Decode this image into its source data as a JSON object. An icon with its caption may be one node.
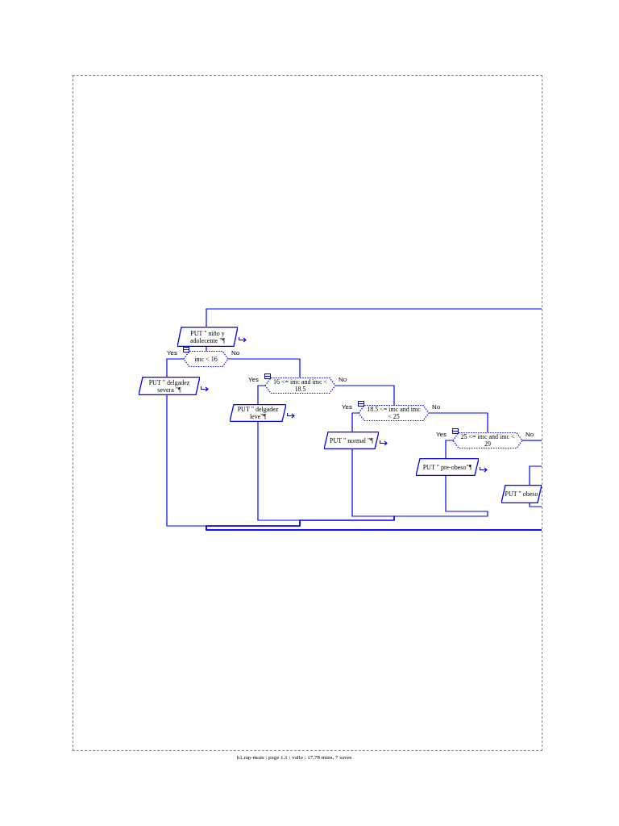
{
  "diagram": {
    "nodes": [
      {
        "text": [
          "PUT \" niño y adolecente \"¶"
        ]
      },
      {
        "text": [
          "imc < 16"
        ]
      },
      {
        "text": [
          "PUT \" delgadez severa \"¶"
        ]
      },
      {
        "text": [
          "16 <= imc and imc < 18.5"
        ]
      },
      {
        "text": [
          "PUT \" delgadez leve\"¶"
        ]
      },
      {
        "text": [
          "18.5 <= imc and imc < 25"
        ]
      },
      {
        "text": [
          "PUT \" normal \"¶"
        ]
      },
      {
        "text": [
          "25 <= imc and imc < 29"
        ]
      },
      {
        "text": [
          "PUT \" pre-obeso\"¶"
        ]
      },
      {
        "text": [
          "PUT \" obeso"
        ]
      }
    ],
    "edges": [
      {
        "from": null,
        "to": 0,
        "arrow": "none"
      },
      {
        "from": 0,
        "to": 1,
        "arrow": "none"
      },
      {
        "from": 1,
        "to": 2,
        "arrow": "none",
        "label": "Yes"
      },
      {
        "from": 1,
        "to": 3,
        "arrow": "none",
        "label": "No"
      },
      {
        "from": 3,
        "to": 4,
        "arrow": "none",
        "label": "Yes"
      },
      {
        "from": 3,
        "to": 5,
        "arrow": "none",
        "label": "No"
      },
      {
        "from": 5,
        "to": 6,
        "arrow": "none",
        "label": "Yes"
      },
      {
        "from": 5,
        "to": 7,
        "arrow": "none",
        "label": "No"
      },
      {
        "from": 7,
        "to": 8,
        "arrow": "none",
        "label": "Yes"
      },
      {
        "from": 7,
        "to": null,
        "arrow": "none",
        "label": "No"
      },
      {
        "from": null,
        "to": 9,
        "arrow": "none"
      },
      {
        "from": 2,
        "to": null,
        "arrow": "none"
      },
      {
        "from": 4,
        "to": null,
        "arrow": "none"
      },
      {
        "from": 6,
        "to": null,
        "arrow": "none"
      },
      {
        "from": 8,
        "to": null,
        "arrow": "none"
      },
      {
        "from": 9,
        "to": null,
        "arrow": "none"
      }
    ],
    "labels": [
      "h1.rap-main : page 1,1 : valle : 17,78 mins, 7 saves"
    ]
  }
}
